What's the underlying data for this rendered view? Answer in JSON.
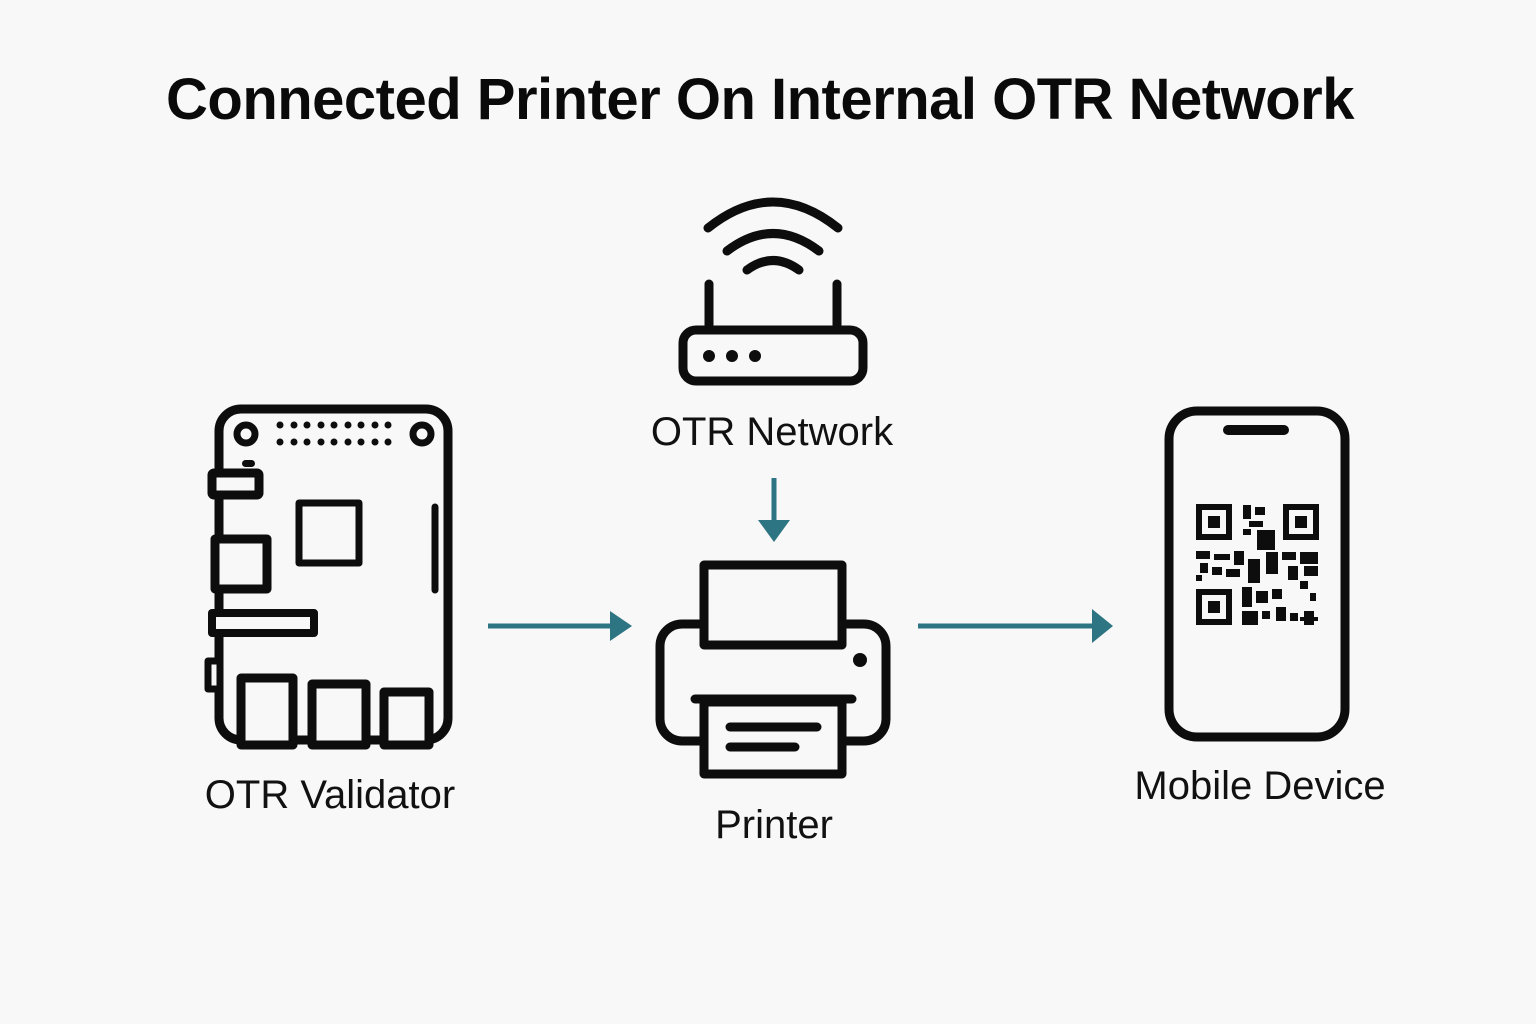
{
  "title": "Connected Printer On Internal OTR Network",
  "nodes": {
    "validator": {
      "label": "OTR Validator",
      "icon": "single-board-computer-icon"
    },
    "network": {
      "label": "OTR Network",
      "icon": "wifi-router-icon"
    },
    "printer": {
      "label": "Printer",
      "icon": "printer-icon"
    },
    "mobile": {
      "label": "Mobile Device",
      "icon": "smartphone-qr-code-icon"
    }
  },
  "edges": [
    {
      "from": "validator",
      "to": "printer"
    },
    {
      "from": "network",
      "to": "printer"
    },
    {
      "from": "printer",
      "to": "mobile"
    }
  ],
  "colors": {
    "arrow": "#2e7584",
    "icon": "#0d0d0d",
    "background": "#f8f8f8"
  }
}
